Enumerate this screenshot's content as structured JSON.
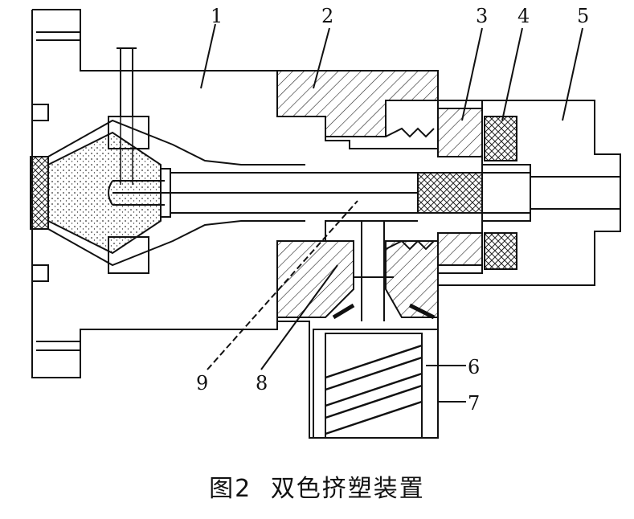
{
  "diagram": {
    "callouts": [
      "1",
      "2",
      "3",
      "4",
      "5",
      "6",
      "7",
      "8",
      "9"
    ]
  },
  "caption": {
    "figure_label": "图2",
    "title": "双色挤塑装置"
  }
}
